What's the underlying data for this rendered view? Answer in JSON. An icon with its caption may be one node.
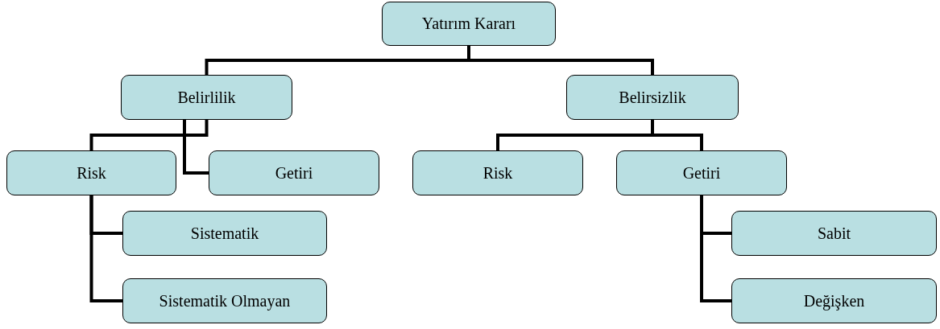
{
  "diagram": {
    "nodes": [
      {
        "text": [
          "Yatırım Kararı"
        ]
      },
      {
        "text": [
          "Belirlilik"
        ]
      },
      {
        "text": [
          "Belirsizlik"
        ]
      },
      {
        "text": [
          "Risk"
        ]
      },
      {
        "text": [
          "Getiri"
        ]
      },
      {
        "text": [
          "Risk"
        ]
      },
      {
        "text": [
          "Getiri"
        ]
      },
      {
        "text": [
          "Sistematik"
        ]
      },
      {
        "text": [
          "Sistematik Olmayan"
        ]
      },
      {
        "text": [
          "Sabit"
        ]
      },
      {
        "text": [
          "Değişken"
        ]
      }
    ],
    "edges": [
      {
        "from": 0,
        "to": 1,
        "arrow": "none"
      },
      {
        "from": 0,
        "to": 2,
        "arrow": "none"
      },
      {
        "from": 1,
        "to": 3,
        "arrow": "none"
      },
      {
        "from": 1,
        "to": 4,
        "arrow": "none"
      },
      {
        "from": 2,
        "to": 5,
        "arrow": "none"
      },
      {
        "from": 2,
        "to": 6,
        "arrow": "none"
      },
      {
        "from": 3,
        "to": 7,
        "arrow": "none"
      },
      {
        "from": 3,
        "to": 8,
        "arrow": "none"
      },
      {
        "from": 6,
        "to": 9,
        "arrow": "none"
      },
      {
        "from": 6,
        "to": 10,
        "arrow": "none"
      }
    ]
  }
}
